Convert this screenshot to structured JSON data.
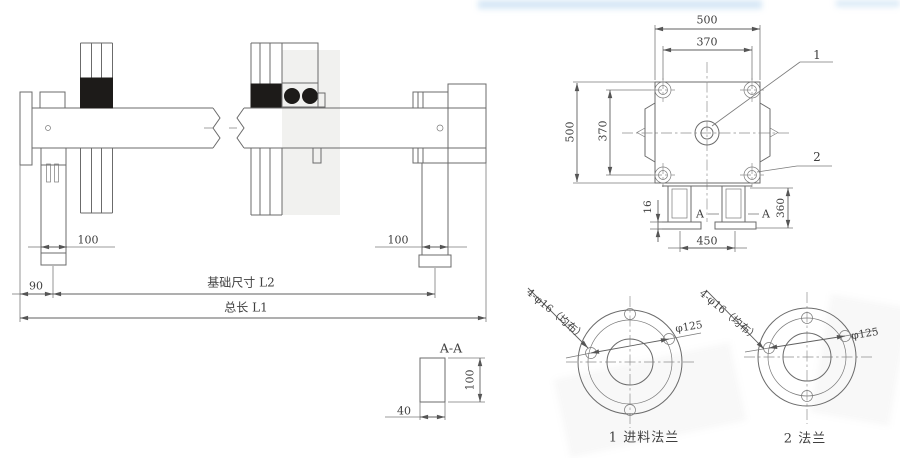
{
  "colors": {
    "line": "#6b6b6b",
    "text": "#3f3f3f",
    "solid_fill": "#1d1b19",
    "shade": "#f1f1ef",
    "watermark_blue": "#a8cdea"
  },
  "side_view": {
    "dim_left_leg": "100",
    "dim_right_leg": "100",
    "dim_left_end": "90",
    "dim_foundation": "基础尺寸 L2",
    "dim_total": "总长 L1"
  },
  "section_view": {
    "title": "A-A",
    "dim_width": "40",
    "dim_height": "100"
  },
  "plan_view": {
    "dim_width_outer": "500",
    "dim_width_bolts": "370",
    "dim_height_outer": "500",
    "dim_height_bolts": "370",
    "dim_base_plate": "16",
    "dim_leg": "360",
    "dim_leg_spacing": "450",
    "balloon_inlet": "1",
    "balloon_flange": "2",
    "section_letter_left": "A",
    "section_letter_right": "A"
  },
  "flange_inlet": {
    "bolt_note": "4-φ16（均布）",
    "bolt_circle_dia": "φ125",
    "caption": "1 进料法兰"
  },
  "flange_outlet": {
    "bolt_note": "4-φ16（均布）",
    "bolt_circle_dia": "φ125",
    "caption": "2 法兰"
  }
}
